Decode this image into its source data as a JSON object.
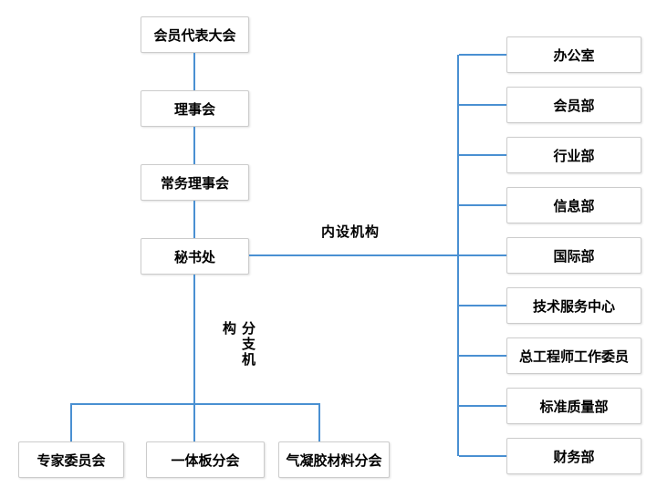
{
  "colors": {
    "connector_blue": "#4a90d2",
    "box_border": "#cccccc",
    "box_fill": "#ffffff",
    "text": "#000000"
  },
  "org": {
    "governance": [
      "会员代表大会",
      "理事会",
      "常务理事会",
      "秘书处"
    ],
    "internal_label": "内设机构",
    "internal": [
      "办公室",
      "会员部",
      "行业部",
      "信息部",
      "国际部",
      "技术服务中心",
      "总工程师工作委员",
      "标准质量部",
      "财务部"
    ],
    "branch_label": "分支机构",
    "branches": [
      "专家委员会",
      "一体板分会",
      "气凝胶材料分会"
    ]
  }
}
